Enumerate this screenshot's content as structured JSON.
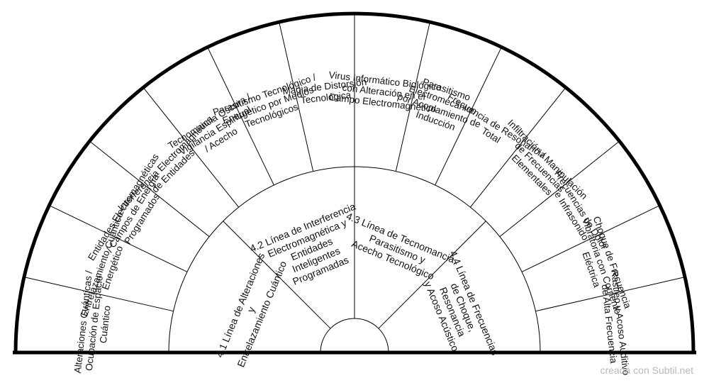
{
  "groups": [
    {
      "lines": [
        "4.1 Línea de Alteraciones",
        "y",
        "Entrelazamiento Cuántico"
      ]
    },
    {
      "lines": [
        "4.2 Línea de Interferencia",
        "Electromagnética y",
        "Entidades",
        "Inteligentes",
        "Programadas"
      ]
    },
    {
      "lines": [
        "4.3 Línea de Tecnomancia,",
        "Parasitismo y",
        "Acecho Tecnológico"
      ]
    },
    {
      "lines": [
        "4.4 Línea de Frecuencias",
        "de Choque,",
        "Resonancia",
        "y Acoso Acústico"
      ]
    }
  ],
  "items": [
    {
      "lines": [
        "Alteraciones Cuánticas /",
        "Ocupación de Espacio",
        "Cuántico"
      ]
    },
    {
      "lines": [
        "Entrelazamiento Cuántico",
        "Energético"
      ]
    },
    {
      "lines": [
        "Entidades Electromagnéticas",
        "/ Campos de Energía",
        "Programados"
      ]
    },
    {
      "lines": [
        "Interferencia Electromagnética",
        "de Entidades"
      ]
    },
    {
      "lines": [
        "Tecnomancia Oscura /",
        "Vigilancia Espiritual",
        "/ Acecho"
      ]
    },
    {
      "lines": [
        "Parasitismo Tecnológico /",
        "Energético por Medios",
        "Tecnológicos"
      ]
    },
    {
      "lines": [
        "Magia de Distorsión",
        "Tecnológica"
      ]
    },
    {
      "lines": [
        "Virus Informático Biológico",
        "con Alteración en el",
        "Campo Electromagnético"
      ]
    },
    {
      "lines": [
        "Parasitismo",
        "Electromecánico",
        "por Acoplamiento de",
        "Inducción"
      ]
    },
    {
      "lines": [
        "Frecuencia de Resonancia",
        "Total"
      ]
    },
    {
      "lines": [
        "Infiltración / Manipulación",
        "de Frecuencias",
        "Elementales"
      ]
    },
    {
      "lines": [
        "Frecuencias de Dolor",
        "e Infrasonido"
      ]
    },
    {
      "lines": [
        "Choque de Frecuencia",
        "Vibratoria con Corriente",
        "Eléctrica"
      ]
    },
    {
      "lines": [
        "Rastreo y Acoso Auditivo",
        "de Alta Frecuencia"
      ]
    }
  ],
  "credit": "creada con Subtil.net",
  "colors": {
    "background": "#ffffff",
    "stroke": "#000000",
    "text": "#111111",
    "credit": "#b9b9b9"
  }
}
